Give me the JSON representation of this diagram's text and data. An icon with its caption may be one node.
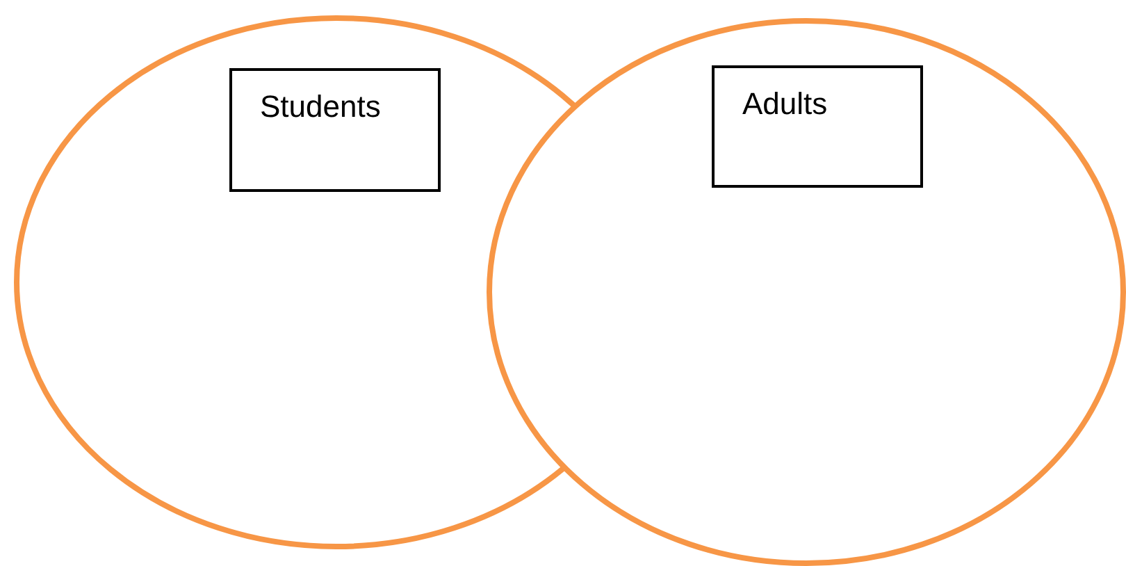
{
  "diagram": {
    "nodes": [
      {
        "text": [],
        "shape": "ellipse"
      },
      {
        "text": [
          "Students"
        ],
        "in": 0
      },
      {
        "text": [],
        "shape": "ellipse"
      },
      {
        "text": [
          "Adults"
        ],
        "in": 2
      }
    ]
  }
}
